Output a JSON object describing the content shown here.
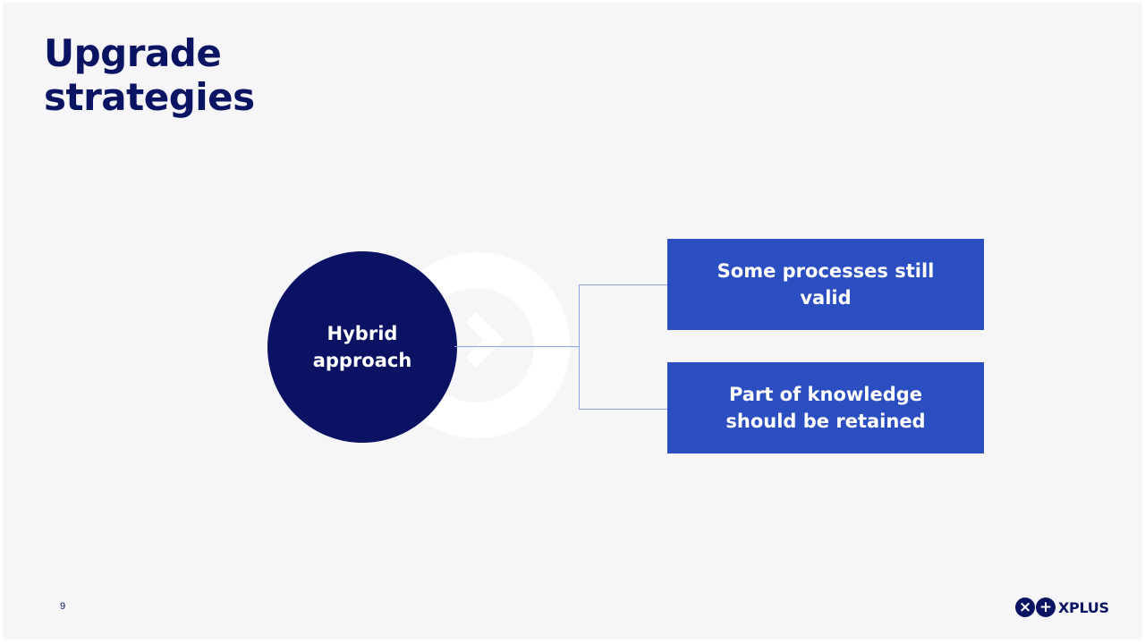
{
  "slide": {
    "title_line1": "Upgrade",
    "title_line2": "strategies",
    "page_number": "9"
  },
  "diagram": {
    "hub": {
      "label": "Hybrid approach"
    },
    "branches": [
      {
        "label": "Some processes still valid"
      },
      {
        "label": "Part of knowledge should be retained"
      }
    ]
  },
  "logo": {
    "mark_left_icon": "x-circle-icon",
    "mark_right_icon": "plus-circle-icon",
    "text": "XPLUS"
  },
  "colors": {
    "background": "#f6f6f9",
    "navy": "#0b1263",
    "blue": "#2b4ec0",
    "connector": "#8ea6e8"
  }
}
